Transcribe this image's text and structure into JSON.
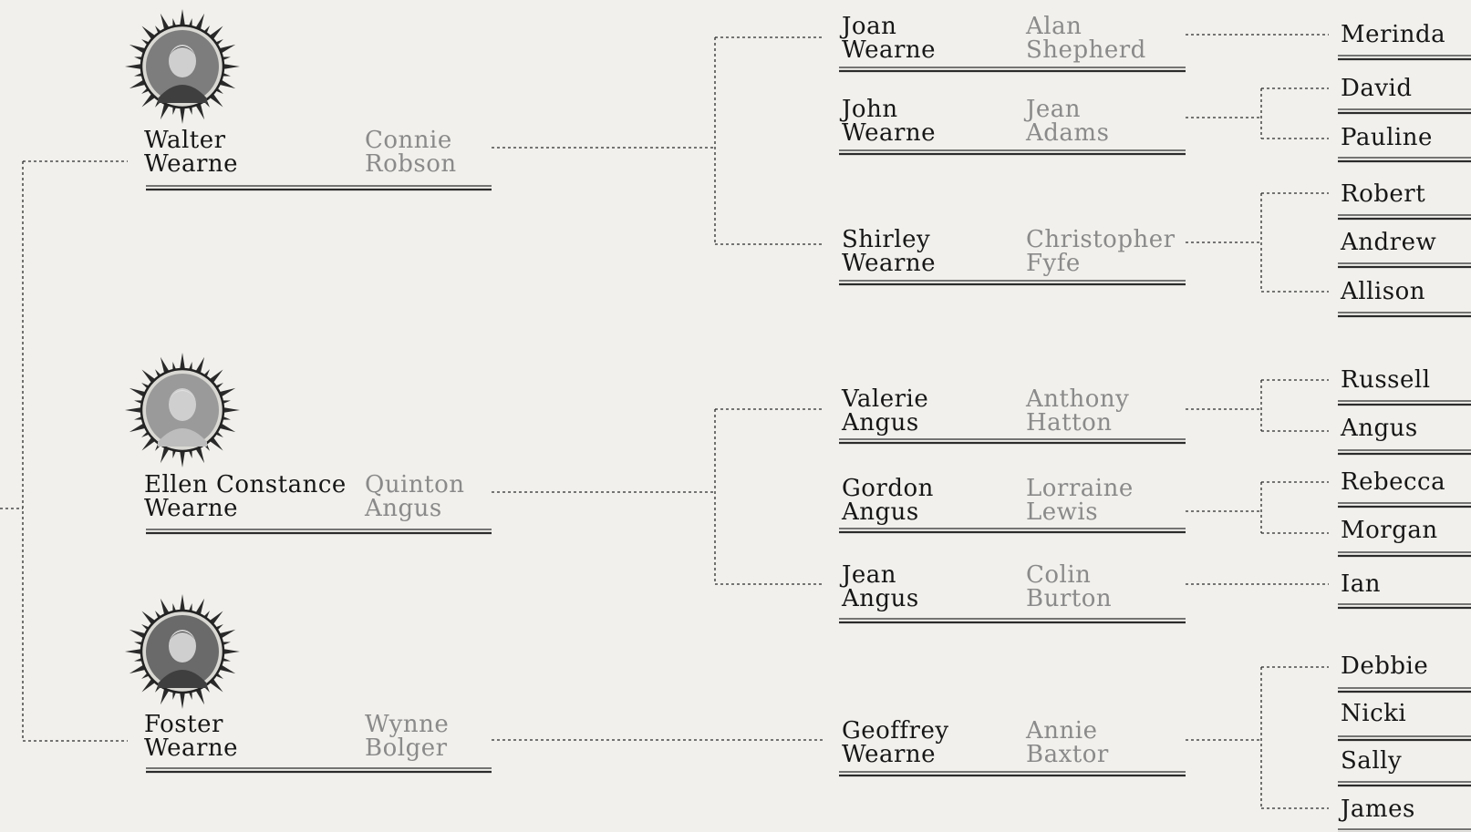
{
  "generation1": [
    {
      "id": "walter",
      "first": "Walter",
      "last": "Wearne",
      "spouse_first": "Connie",
      "spouse_last": "Robson",
      "photo": "boy-portrait"
    },
    {
      "id": "ellen",
      "first": "Ellen Constance",
      "last": "Wearne",
      "spouse_first": "Quinton",
      "spouse_last": "Angus",
      "photo": "girl-portrait"
    },
    {
      "id": "foster",
      "first": "Foster",
      "last": "Wearne",
      "spouse_first": "Wynne",
      "spouse_last": "Bolger",
      "photo": "child-portrait"
    }
  ],
  "generation2": [
    {
      "id": "joan",
      "parent": "walter",
      "first": "Joan",
      "last": "Wearne",
      "spouse_first": "Alan",
      "spouse_last": "Shepherd",
      "children": [
        "Merinda"
      ]
    },
    {
      "id": "john",
      "parent": "walter",
      "first": "John",
      "last": "Wearne",
      "spouse_first": "Jean",
      "spouse_last": "Adams",
      "children": [
        "David",
        "Pauline"
      ]
    },
    {
      "id": "shirley",
      "parent": "walter",
      "first": "Shirley",
      "last": "Wearne",
      "spouse_first": "Christopher",
      "spouse_last": "Fyfe",
      "children": [
        "Robert",
        "Andrew",
        "Allison"
      ]
    },
    {
      "id": "valerie",
      "parent": "ellen",
      "first": "Valerie",
      "last": "Angus",
      "spouse_first": "Anthony",
      "spouse_last": "Hatton",
      "children": [
        "Russell",
        "Angus"
      ]
    },
    {
      "id": "gordon",
      "parent": "ellen",
      "first": "Gordon",
      "last": "Angus",
      "spouse_first": "Lorraine",
      "spouse_last": "Lewis",
      "children": [
        "Rebecca",
        "Morgan"
      ]
    },
    {
      "id": "jean",
      "parent": "ellen",
      "first": "Jean",
      "last": "Angus",
      "spouse_first": "Colin",
      "spouse_last": "Burton",
      "children": [
        "Ian"
      ]
    },
    {
      "id": "geoffrey",
      "parent": "foster",
      "first": "Geoffrey",
      "last": "Wearne",
      "spouse_first": "Annie",
      "spouse_last": "Baxtor",
      "children": [
        "Debbie",
        "Nicki",
        "Sally",
        "James"
      ]
    }
  ],
  "colors": {
    "background": "#f1f0ec",
    "name": "#161616",
    "spouse": "#8a8a8a",
    "line": "#2b2b2b"
  }
}
